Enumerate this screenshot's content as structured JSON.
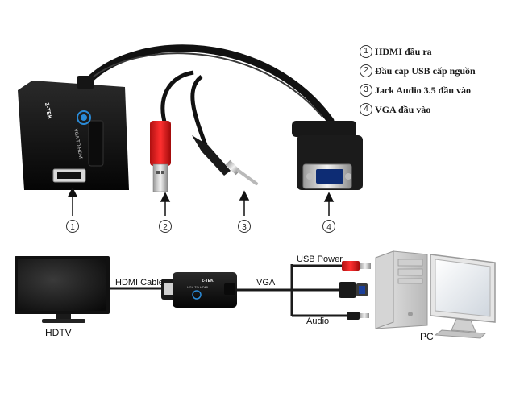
{
  "legend": [
    {
      "num": "1",
      "text": "HDMI đầu ra"
    },
    {
      "num": "2",
      "text": "Đầu cáp USB cấp nguồn"
    },
    {
      "num": "3",
      "text": "Jack Audio 3.5 đầu vào"
    },
    {
      "num": "4",
      "text": "VGA đầu vào"
    }
  ],
  "callouts": [
    "1",
    "2",
    "3",
    "4"
  ],
  "product": {
    "brand": "Z-TEK",
    "model_text": "VGA TO HDMI"
  },
  "connection": {
    "hdtv_label": "HDTV",
    "hdmi_cable_label": "HDMI Cable",
    "vga_label": "VGA",
    "usb_power_label": "USB Power",
    "audio_label": "Audio",
    "pc_label": "PC"
  }
}
